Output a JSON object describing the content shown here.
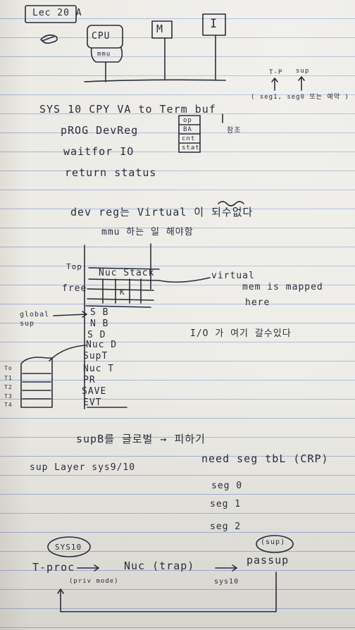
{
  "note": {
    "header": "Lec 20 A",
    "diagram": {
      "cpu": "CPU",
      "mmu": "mmu",
      "m": "M",
      "i": "I"
    },
    "tp_label": "T-P",
    "sup_label": "sup",
    "seg_label": "( seg1, seg0 또는 예약 )",
    "sys10_line": "SYS 10   CPY  VA  to  Term buf",
    "prog_devreg": "pROG  DevReg",
    "waitfor": "waitfor IO",
    "return_status": "return  status",
    "devreg_box": [
      "op",
      "BA",
      "cnt",
      "stat"
    ],
    "side_note": "참조",
    "devreg_virtual": "dev reg는   Virtual 이 되수없다",
    "mmu_note": "mmu 하는 일  해야함",
    "frame_labels": {
      "top": "Top",
      "nuc_stack": "Nuc Stack",
      "free": "free",
      "k": "K",
      "global_sup": "global\nsup",
      "rows": [
        "S B",
        "N B",
        "S D",
        "Nuc D",
        "SupT",
        "Nuc T",
        "PR",
        "SAVE",
        "EVT"
      ]
    },
    "virtual_note": "virtual",
    "mem_mapped": "mem  is mapped",
    "here": "here",
    "io_note": "I/O 가  여기 갈수있다",
    "t_labels": [
      "To",
      "T1",
      "T2",
      "T3",
      "T4"
    ],
    "supb_note": "supB를 글로벌 → 피하기",
    "sup_layer": "sup Layer    sys9/10",
    "need_seg": "need  seg  tbL  (CRP)",
    "segs": [
      "seg 0",
      "seg 1",
      "seg 2"
    ],
    "flow": {
      "sys10_circle": "SYS10",
      "tproc": "T-proc",
      "nuc_trap": "Nuc (trap)",
      "passup": "passup",
      "sup_small": "(sup)",
      "priv": "(priv mode)",
      "sys10_small": "sys10"
    }
  }
}
